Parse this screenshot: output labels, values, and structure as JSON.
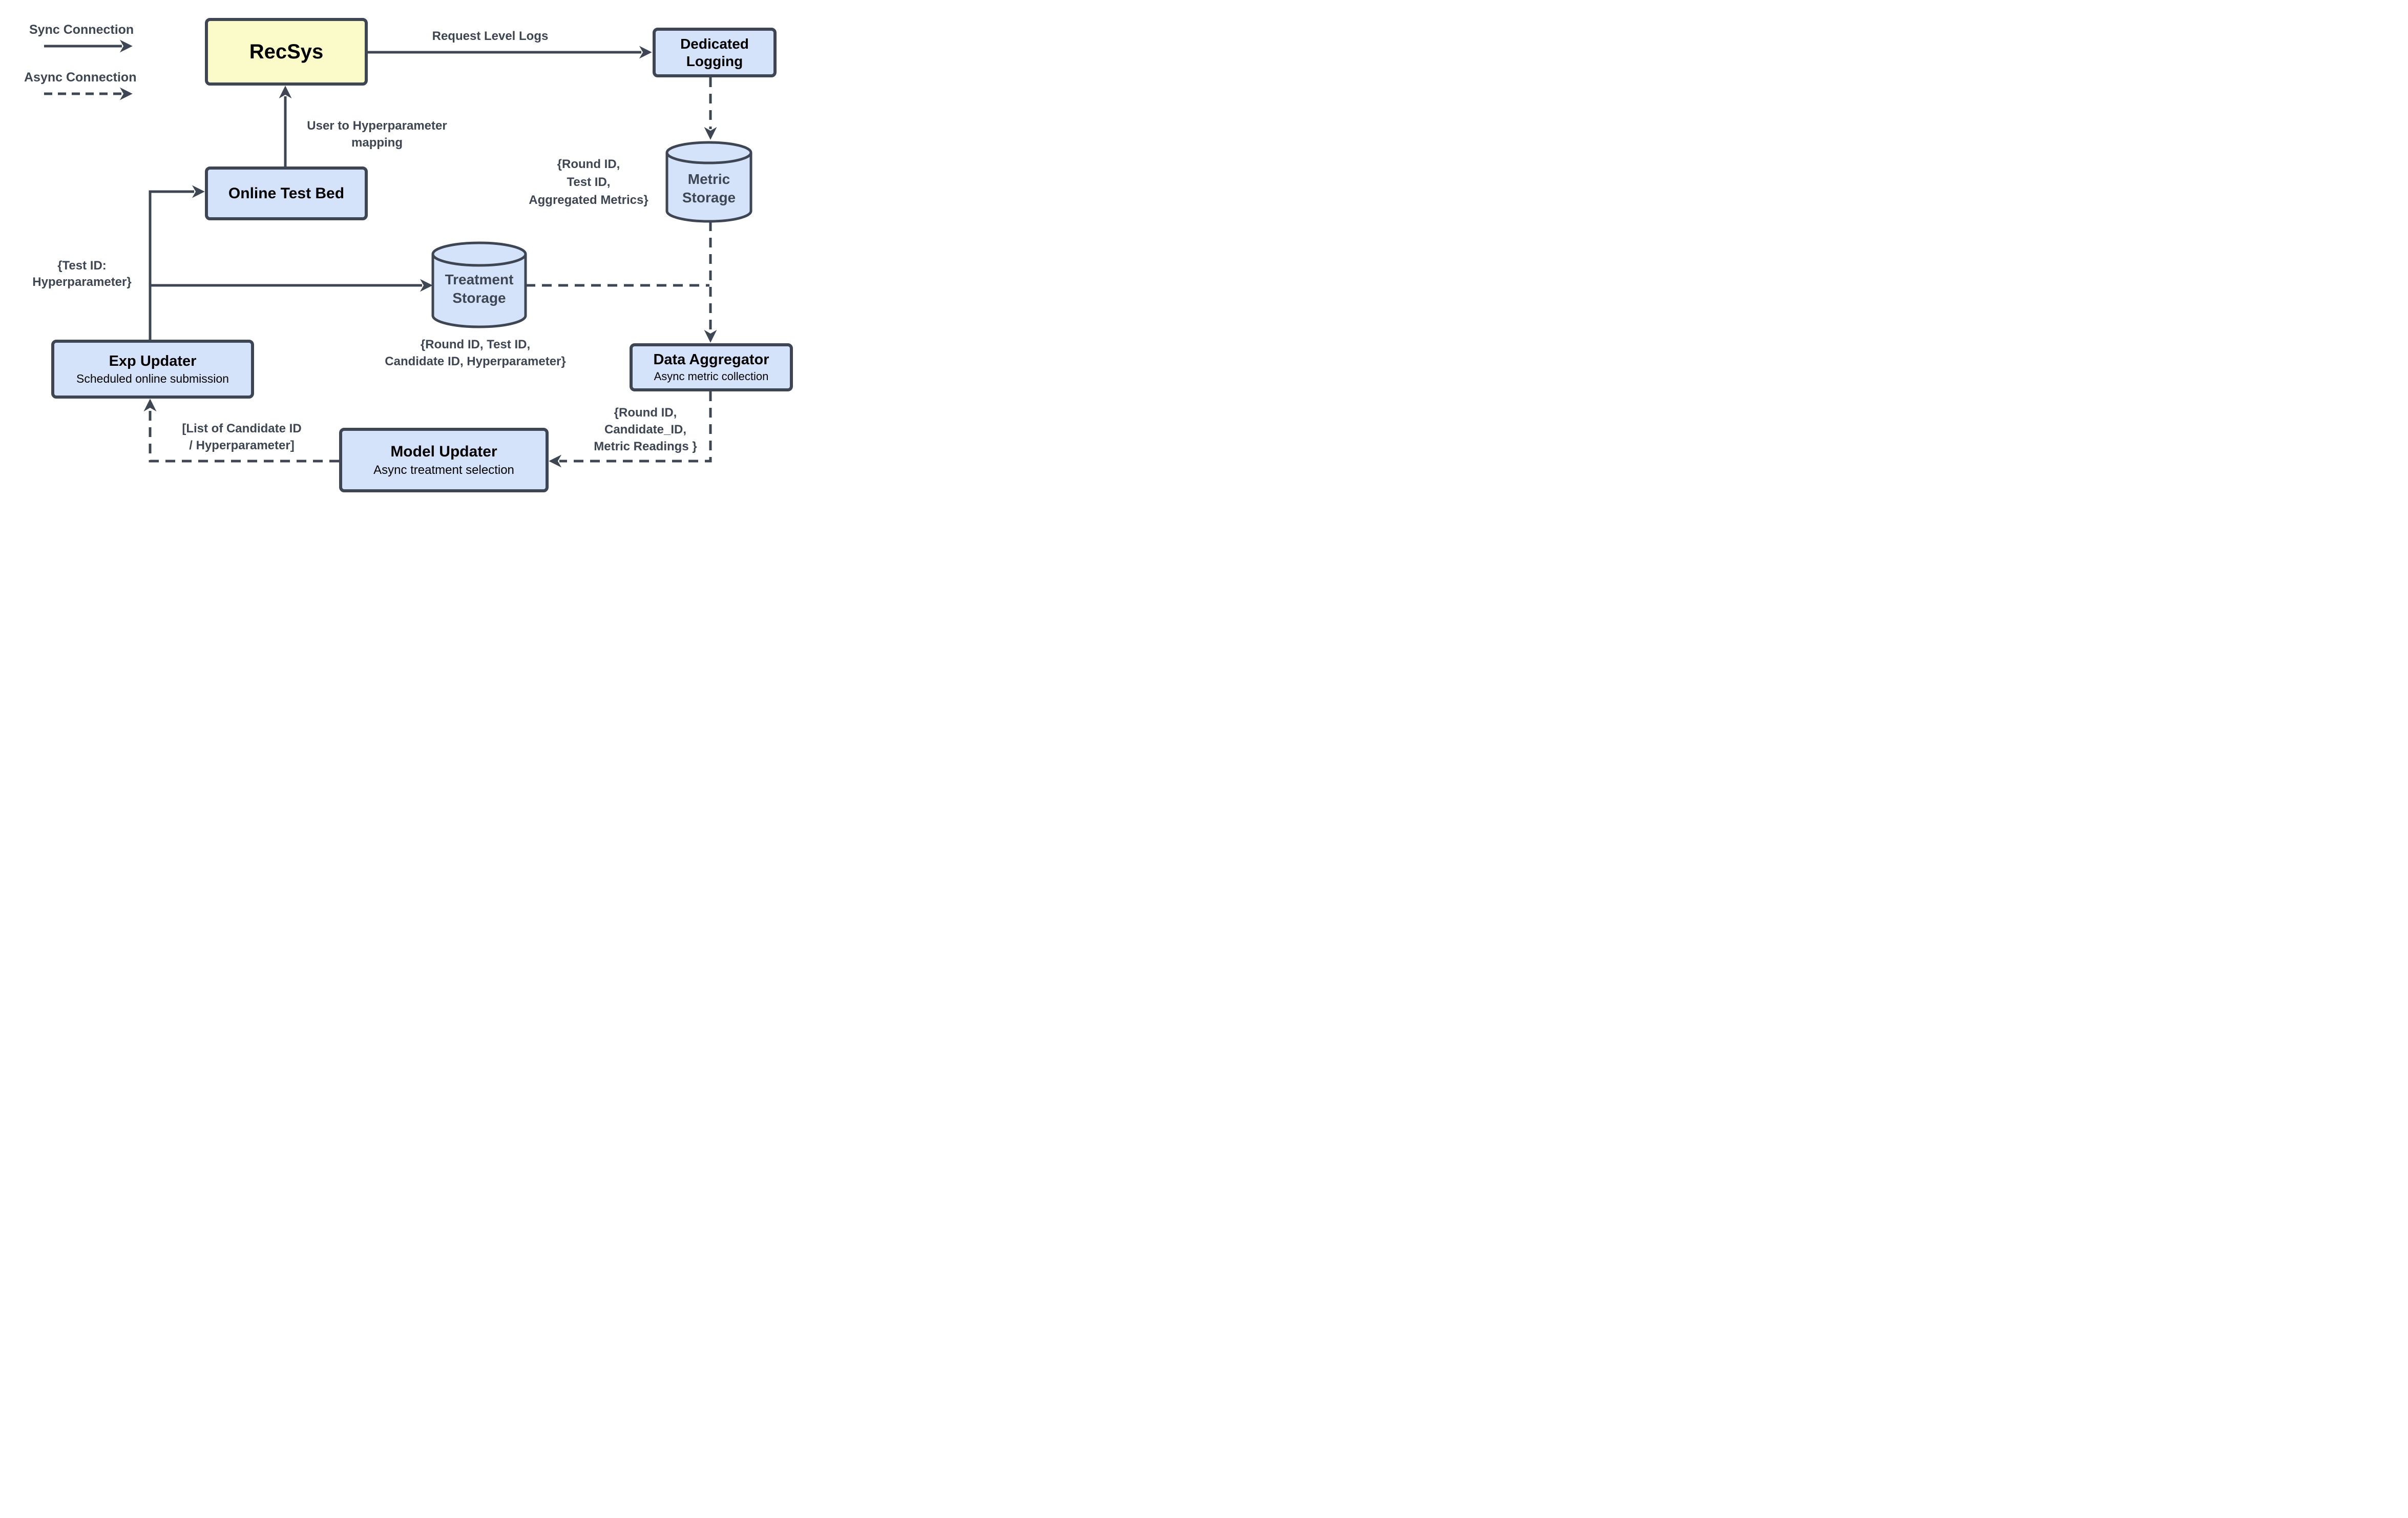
{
  "legend": {
    "sync_label": "Sync Connection",
    "async_label": "Async Connection"
  },
  "nodes": {
    "recsys": {
      "label": "RecSys"
    },
    "dedicated_logging": {
      "label_lines": [
        "Dedicated",
        "Logging"
      ]
    },
    "metric_storage": {
      "label_lines": [
        "Metric",
        "Storage"
      ]
    },
    "online_test_bed": {
      "label": "Online Test Bed"
    },
    "treatment_storage": {
      "label_lines": [
        "Treatment",
        "Storage"
      ]
    },
    "exp_updater": {
      "label": "Exp Updater",
      "sublabel": "Scheduled online submission"
    },
    "data_aggregator": {
      "label": "Data Aggregator",
      "sublabel": "Async metric collection"
    },
    "model_updater": {
      "label": "Model Updater",
      "sublabel": "Async treatment selection"
    }
  },
  "edge_labels": {
    "request_level_logs": "Request Level Logs",
    "user_to_hyperparameter_mapping": [
      "User to Hyperparameter",
      "mapping"
    ],
    "round_id_test_id_aggregated_metrics": [
      "{Round ID,",
      "Test ID,",
      "Aggregated Metrics}"
    ],
    "test_id_hyperparameter": [
      "{Test ID:",
      "Hyperparameter}"
    ],
    "round_id_test_id_candidate_id_hyperparameter": [
      "{Round ID, Test ID,",
      "Candidate ID, Hyperparameter}"
    ],
    "round_id_candidate_id_metric_readings": [
      "{Round ID,",
      "Candidate_ID,",
      "Metric Readings }"
    ],
    "list_of_candidate_id_hyperparameter": [
      "[List of Candidate ID",
      "/ Hyperparameter]"
    ]
  },
  "colors": {
    "stroke": "#3e4653",
    "label_text": "#3e4653",
    "node_fill_blue": "#d5e3fa",
    "node_fill_yellow": "#fbfbca",
    "node_title_text": "#000000",
    "background": "#ffffff"
  }
}
